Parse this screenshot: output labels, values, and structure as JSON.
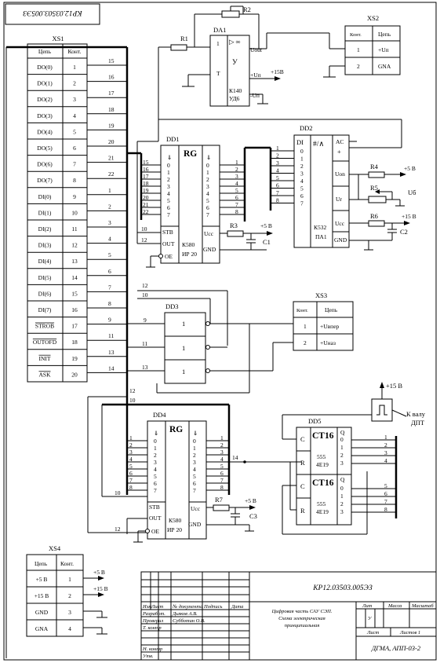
{
  "doc_code": "КР12.03503.005ЭЗ",
  "xs1": {
    "title": "XS1",
    "hdr_circuit": "Цепь",
    "hdr_contact": "Конт.",
    "rows": [
      {
        "name": "DO(0)",
        "pin": "1",
        "wire": "15"
      },
      {
        "name": "DO(1)",
        "pin": "2",
        "wire": "16"
      },
      {
        "name": "DO(2)",
        "pin": "3",
        "wire": "17"
      },
      {
        "name": "DO(3)",
        "pin": "4",
        "wire": "18"
      },
      {
        "name": "DO(4)",
        "pin": "5",
        "wire": "19"
      },
      {
        "name": "DO(5)",
        "pin": "6",
        "wire": "20"
      },
      {
        "name": "DO(6)",
        "pin": "7",
        "wire": "21"
      },
      {
        "name": "DO(7)",
        "pin": "8",
        "wire": "22"
      },
      {
        "name": "DI(0)",
        "pin": "9",
        "wire": "1"
      },
      {
        "name": "DI(1)",
        "pin": "10",
        "wire": "2"
      },
      {
        "name": "DI(2)",
        "pin": "11",
        "wire": "3"
      },
      {
        "name": "DI(3)",
        "pin": "12",
        "wire": "4"
      },
      {
        "name": "DI(4)",
        "pin": "13",
        "wire": "5"
      },
      {
        "name": "DI(5)",
        "pin": "14",
        "wire": "6"
      },
      {
        "name": "DI(6)",
        "pin": "15",
        "wire": "7"
      },
      {
        "name": "DI(7)",
        "pin": "16",
        "wire": "8"
      },
      {
        "name": "STROB",
        "pin": "17",
        "wire": "9"
      },
      {
        "name": "OUTOFD",
        "pin": "18",
        "wire": "11"
      },
      {
        "name": "INIT",
        "pin": "19",
        "wire": "13"
      },
      {
        "name": "ASK",
        "pin": "20",
        "wire": "14"
      }
    ]
  },
  "xs2": {
    "title": "XS2",
    "hdr_contact": "Конт.",
    "hdr_circuit": "Цепь",
    "rows": [
      {
        "pin": "1",
        "name": "+Uп"
      },
      {
        "pin": "2",
        "name": "GNA"
      }
    ]
  },
  "xs3": {
    "title": "XS3",
    "hdr_contact": "Конт.",
    "hdr_circuit": "Цепь",
    "rows": [
      {
        "pin": "1",
        "name": "+Uвпер"
      },
      {
        "pin": "2",
        "name": "+Uназ"
      }
    ]
  },
  "xs4": {
    "title": "XS4",
    "hdr_circuit": "Цепь",
    "hdr_contact": "Конт.",
    "rows": [
      {
        "name": "+5 В",
        "pin": "1"
      },
      {
        "name": "+15 В",
        "pin": "2"
      },
      {
        "name": "GND",
        "pin": "3"
      },
      {
        "name": "GNA",
        "pin": "4"
      }
    ],
    "v5": "+5 В",
    "v15": "+15 В"
  },
  "da1": {
    "ref": "DA1",
    "r1": "R1",
    "r2": "R2",
    "sym": "▷ ∞",
    "u": "У",
    "pin1": "1",
    "pinT": "T",
    "uout": "Uout",
    "upos": "+Uп",
    "uneg": "-Uп",
    "part1": "К140",
    "part2": "УД6",
    "supply": "+15В"
  },
  "dd1": {
    "ref": "DD1",
    "rg": "RG",
    "in_wires": [
      "15",
      "16",
      "17",
      "18",
      "19",
      "20",
      "21",
      "22"
    ],
    "bits": [
      "0",
      "1",
      "2",
      "3",
      "4",
      "5",
      "6",
      "7"
    ],
    "out_nums": [
      "1",
      "2",
      "3",
      "4",
      "5",
      "6",
      "7",
      "8"
    ],
    "stb": "STB",
    "out": "OUT",
    "oe": "OE",
    "ucc": "Ucc",
    "gnd": "GND",
    "wire10": "10",
    "wire12": "12",
    "part1": "К580",
    "part2": "ИР 20",
    "r3": "R3",
    "c1": "C1",
    "v5": "+5 В"
  },
  "dd2": {
    "ref": "DD2",
    "di": "DI",
    "glyph": "#/∧",
    "ac": "AC",
    "plus": "+",
    "uon": "Uon",
    "ur": "Ur",
    "ucc": "Ucc",
    "gnd": "GND",
    "part1": "К532",
    "part2": "ПА1",
    "in_nums": [
      "1",
      "2",
      "3",
      "4",
      "5",
      "6",
      "7",
      "8"
    ],
    "bits": [
      "0",
      "1",
      "2",
      "3",
      "4",
      "5",
      "6",
      "7"
    ],
    "r4": "R4",
    "r5": "R5",
    "r6": "R6",
    "ub": "Uб",
    "c2": "C2",
    "v5": "+5 В",
    "v15": "+15 В"
  },
  "dd3": {
    "ref": "DD3",
    "gate": "1",
    "wire12": "12",
    "wire10": "10",
    "wire9": "9",
    "wire11": "11",
    "wire13": "13"
  },
  "dd4": {
    "ref": "DD4",
    "rg": "RG",
    "in_nums": [
      "1",
      "2",
      "3",
      "4",
      "5",
      "6",
      "7",
      "8"
    ],
    "bits": [
      "0",
      "1",
      "2",
      "3",
      "4",
      "5",
      "6",
      "7"
    ],
    "out_nums": [
      "1",
      "2",
      "3",
      "4",
      "5",
      "6",
      "7",
      "8"
    ],
    "stb": "STB",
    "out": "OUT",
    "oe": "OE",
    "ucc": "Ucc",
    "gnd": "GND",
    "part1": "К580",
    "part2": "ИР 20",
    "r7": "R7",
    "c3": "C3",
    "v5": "+5 В",
    "wire12a": "12",
    "wire10a": "10",
    "wire10b": "10",
    "wire12b": "12",
    "wire14": "14"
  },
  "dd5": {
    "ref": "DD5",
    "ct": "CT16",
    "c": "C",
    "r": "R",
    "q": "Q",
    "qbits": [
      "0",
      "1",
      "2",
      "3"
    ],
    "part1": "555",
    "part2": "4Е19",
    "out_nums": [
      "1",
      "2",
      "3",
      "4"
    ],
    "out_nums2": [
      "5",
      "6",
      "7",
      "8"
    ]
  },
  "sensor": {
    "v15": "+15 В",
    "label1": "К валу",
    "label2": "ДПТ"
  },
  "stamp": {
    "code": "КР12.03503.005ЭЗ",
    "title1": "Цифровая часть САУ СЭП.",
    "title2": "Схема электрическая",
    "title3": "принципиальная",
    "hdr": [
      "Изм",
      "Лист",
      "№ документа",
      "Подпись",
      "Дата"
    ],
    "roles": [
      {
        "role": "Разработ.",
        "name": "Дьяков А.В."
      },
      {
        "role": "Проверил",
        "name": "Субботин О.В."
      },
      {
        "role": "Т. контр",
        "name": ""
      },
      {
        "role": "",
        "name": ""
      },
      {
        "role": "Н. контр",
        "name": ""
      },
      {
        "role": "Утв.",
        "name": ""
      }
    ],
    "lit": "Лит",
    "mass": "Масса",
    "scale": "Масштаб",
    "lit_val": "У",
    "sheet": "Лист",
    "sheets": "Листов 1",
    "org": "ДГМА, АПП-03-2"
  }
}
